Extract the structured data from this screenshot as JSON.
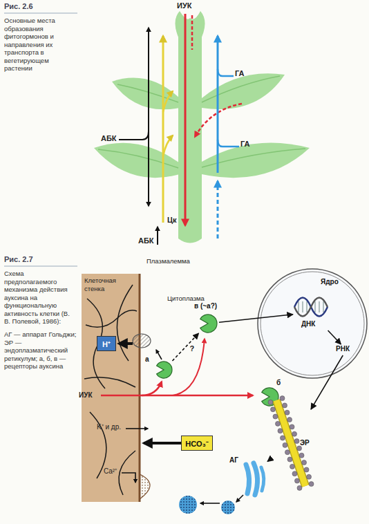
{
  "diagram": {
    "nodes": [
      {
        "text": [
          "Ядро"
        ]
      },
      {
        "text": [
          "ДНК"
        ],
        "in": 0
      },
      {
        "text": [
          "РНК"
        ],
        "in": 0
      },
      {
        "text": [
          "в (~а?)"
        ]
      },
      {
        "text": [
          "а"
        ]
      },
      {
        "text": [
          "б"
        ]
      },
      {
        "text": [
          "H⁺"
        ]
      },
      {
        "text": [
          "HCO₃⁻"
        ]
      },
      {
        "text": [
          "ЭР"
        ]
      },
      {
        "text": [
          "АГ"
        ]
      }
    ],
    "edges": [
      {
        "from": 3,
        "to": 1,
        "arrow": "to"
      },
      {
        "from": 1,
        "to": 2,
        "arrow": "to"
      },
      {
        "from": 2,
        "to": 8,
        "arrow": "to"
      },
      {
        "from": 8,
        "to": 9,
        "arrow": "to"
      },
      {
        "from": 4,
        "to": 3,
        "arrow": "to",
        "label": "?"
      }
    ],
    "labels": [
      "Рис. 2.6",
      "Основные места образования фитогормонов и направления их транспорта в вегетирующем растении",
      "ИУК",
      "ГА",
      "ГА",
      "АБК",
      "Цк",
      "АБК",
      "Рис. 2.7",
      "Схема предполагаемого механизма действия ауксина на функциональную активность клетки (В. В. Полевой, 1986):",
      "АГ — аппарат Гольджи; ЭР — эндоплазматический ретикулум; а, б, в — рецепторы ауксина",
      "Плазмалемма",
      "Клеточная стенка",
      "Цитоплазма",
      "ИУК",
      "K⁺ и др.",
      "Ca²⁺"
    ]
  }
}
